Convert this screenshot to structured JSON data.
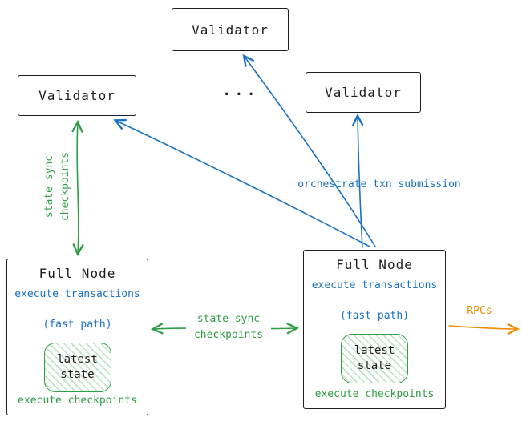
{
  "diagram": {
    "validators": [
      {
        "label": "Validator"
      },
      {
        "label": "Validator"
      },
      {
        "label": "Validator"
      }
    ],
    "ellipsis": "...",
    "full_nodes": [
      {
        "title": "Full Node",
        "execute_transactions": "execute transactions",
        "fast_path": "(fast path)",
        "latest_state_line1": "latest",
        "latest_state_line2": "state",
        "execute_checkpoints": "execute checkpoints"
      },
      {
        "title": "Full Node",
        "execute_transactions": "execute transactions",
        "fast_path": "(fast path)",
        "latest_state_line1": "latest",
        "latest_state_line2": "state",
        "execute_checkpoints": "execute checkpoints"
      }
    ],
    "labels": {
      "state_sync_vertical_line1": "state sync",
      "state_sync_vertical_line2": "checkpoints",
      "state_sync_horizontal_line1": "state sync",
      "state_sync_horizontal_line2": "checkpoints",
      "orchestrate": "orchestrate txn submission",
      "rpcs": "RPCs"
    },
    "colors": {
      "text": "#1e1e1e",
      "blue": "#1971c2",
      "green": "#2f9e44",
      "orange": "#f08c00"
    }
  }
}
